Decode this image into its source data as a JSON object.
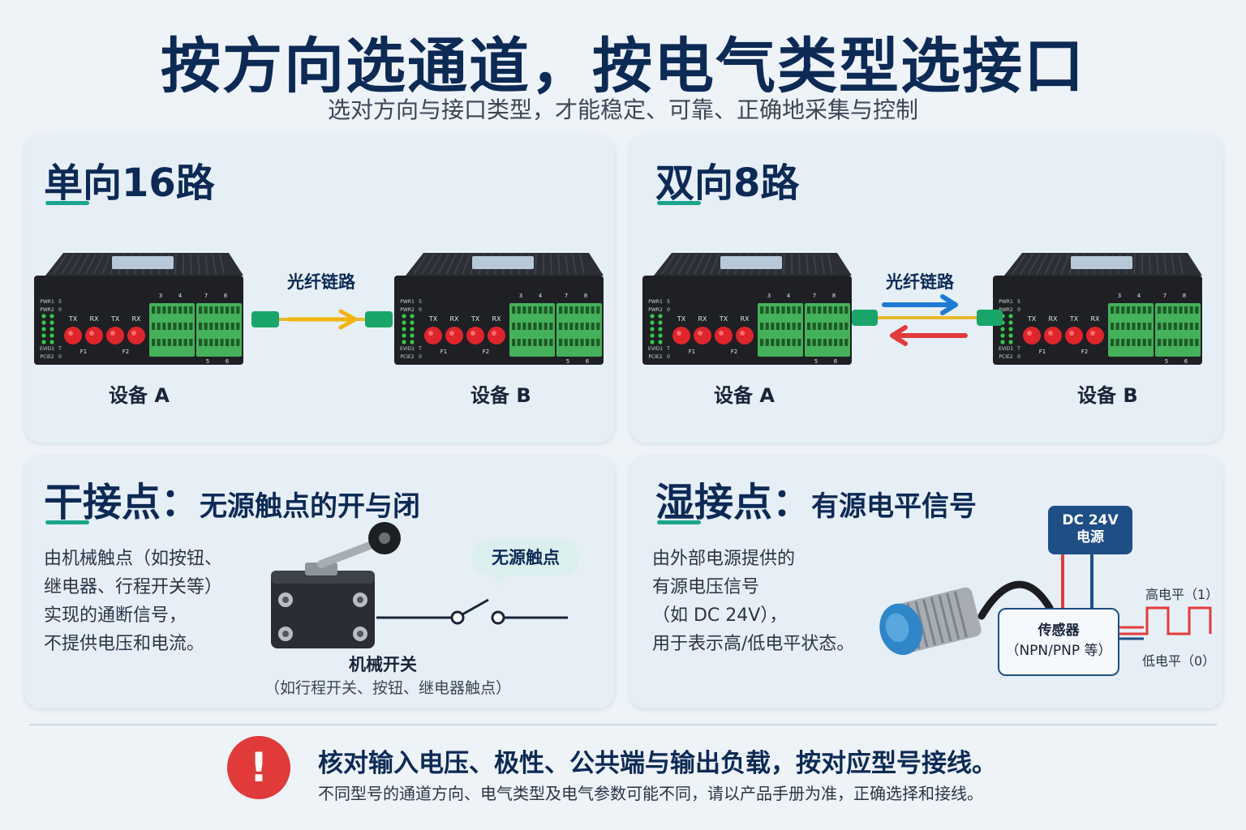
{
  "header": {
    "title": "按方向选通道，按电气类型选接口",
    "subtitle": "选对方向与接口类型，才能稳定、可靠、正确地采集与控制"
  },
  "device": {
    "leds": [
      "PWR1",
      "PWR2",
      "EVID1",
      "PCIE2"
    ],
    "led_digits": [
      "5",
      "0",
      "T",
      "0"
    ],
    "port_labels": [
      "TX",
      "RX",
      "TX",
      "RX"
    ],
    "fiber_labels": [
      "F1",
      "F2"
    ],
    "terminal_top": [
      "3",
      "4",
      "7",
      "8"
    ],
    "terminal_bottom": [
      "5",
      "6"
    ]
  },
  "panels": {
    "one_way": {
      "title": "单向16路",
      "fiber_label": "光纤链路",
      "device_a": "设备 A",
      "device_b": "设备 B",
      "arrow_color": "#f2b40e"
    },
    "two_way": {
      "title": "双向8路",
      "fiber_label": "光纤链路",
      "device_a": "设备 A",
      "device_b": "设备 B",
      "arrow_forward_color": "#1e7ad6",
      "arrow_back_color": "#e23b3b"
    },
    "dry": {
      "title": "干接点：",
      "subtitle": "无源触点的开与闭",
      "desc": [
        "由机械触点（如按钮、",
        "继电器、行程开关等）",
        "实现的通断信号，",
        "不提供电压和电流。"
      ],
      "bubble": "无源触点",
      "switch_name": "机械开关",
      "switch_detail": "（如行程开关、按钮、继电器触点）"
    },
    "wet": {
      "title": "湿接点：",
      "subtitle": "有源电平信号",
      "desc": [
        "由外部电源提供的",
        "有源电压信号",
        "（如 DC 24V），",
        "用于表示高/低电平状态。"
      ],
      "dc_line1": "DC 24V",
      "dc_line2": "电源",
      "sensor_line1": "传感器",
      "sensor_line2": "（NPN/PNP 等）",
      "high_label": "高电平（1）",
      "low_label": "低电平（0）"
    }
  },
  "footer": {
    "warning_main": "核对输入电压、极性、公共端与输出负载，按对应型号接线。",
    "warning_sub": "不同型号的通道方向、电气类型及电气参数可能不同，请以产品手册为准，正确选择和接线。"
  },
  "colors": {
    "accent": "#1aa58a",
    "title": "#0d2a55",
    "warning": "#e03a3a",
    "terminal": "#45b15a",
    "port_red": "#e0242c"
  }
}
